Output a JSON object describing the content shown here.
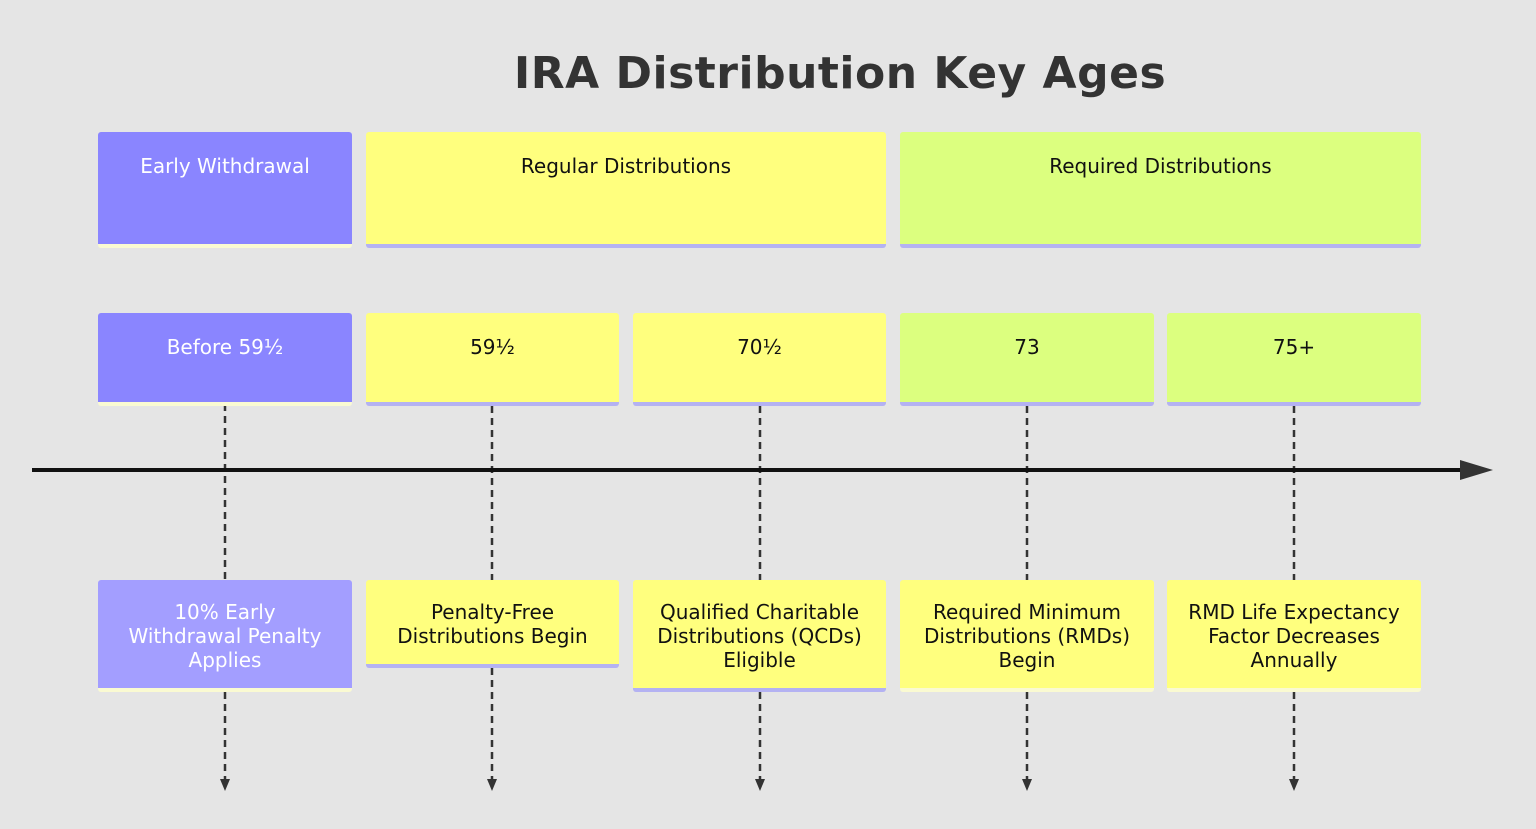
{
  "title": "IRA Distribution Key Ages",
  "sections": [
    {
      "label": "Early Withdrawal",
      "color": "#8a85ff"
    },
    {
      "label": "Regular Distributions",
      "color": "#ffff7e"
    },
    {
      "label": "Required Distributions",
      "color": "#dcff7f"
    }
  ],
  "periods": [
    {
      "label": "Before 59½",
      "event": [
        "10% Early",
        "Withdrawal Penalty",
        "Applies"
      ]
    },
    {
      "label": "59½",
      "event": [
        "Penalty-Free",
        "Distributions Begin"
      ]
    },
    {
      "label": "70½",
      "event": [
        "Qualified Charitable",
        "Distributions (QCDs)",
        "Eligible"
      ]
    },
    {
      "label": "73",
      "event": [
        "Required Minimum",
        "Distributions (RMDs)",
        "Begin"
      ]
    },
    {
      "label": "75+",
      "event": [
        "RMD Life Expectancy",
        "Factor Decreases",
        "Annually"
      ]
    }
  ]
}
